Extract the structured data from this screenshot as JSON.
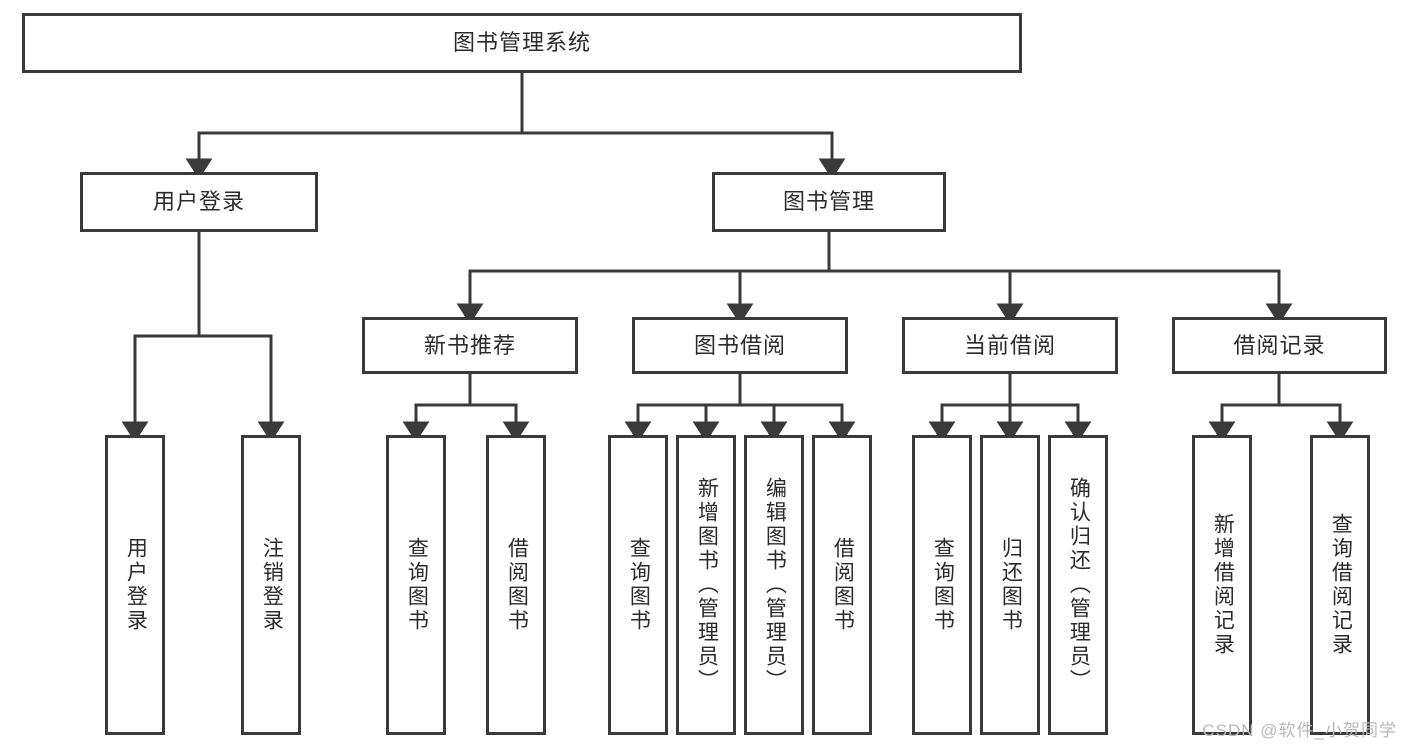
{
  "diagram": {
    "title": "图书管理系统",
    "type": "function-structure-tree",
    "style": {
      "box_border_color": "#3a3a3a",
      "box_fill": "#ffffff",
      "edge_color": "#3a3a3a",
      "text_color": "#2b2b2b",
      "background": "#ffffff",
      "watermark_color": "#b9b9b9"
    },
    "levels": [
      {
        "level": 1,
        "nodes": [
          {
            "id": "root",
            "label": "图书管理系统",
            "orientation": "horizontal"
          }
        ]
      },
      {
        "level": 2,
        "nodes": [
          {
            "id": "login",
            "label": "用户登录",
            "orientation": "horizontal",
            "parent": "root"
          },
          {
            "id": "bookmgmt",
            "label": "图书管理",
            "orientation": "horizontal",
            "parent": "root"
          }
        ]
      },
      {
        "level": 3,
        "nodes": [
          {
            "id": "newbook",
            "label": "新书推荐",
            "orientation": "horizontal",
            "parent": "bookmgmt"
          },
          {
            "id": "borrow",
            "label": "图书借阅",
            "orientation": "horizontal",
            "parent": "bookmgmt"
          },
          {
            "id": "current",
            "label": "当前借阅",
            "orientation": "horizontal",
            "parent": "bookmgmt"
          },
          {
            "id": "records",
            "label": "借阅记录",
            "orientation": "horizontal",
            "parent": "bookmgmt"
          }
        ]
      },
      {
        "level": 4,
        "nodes": [
          {
            "id": "leaf-user-login",
            "label": "用户登录",
            "orientation": "vertical",
            "parent": "login"
          },
          {
            "id": "leaf-user-logout",
            "label": "注销登录",
            "orientation": "vertical",
            "parent": "login"
          },
          {
            "id": "leaf-nb-query",
            "label": "查询图书",
            "orientation": "vertical",
            "parent": "newbook"
          },
          {
            "id": "leaf-nb-borrow",
            "label": "借阅图书",
            "orientation": "vertical",
            "parent": "newbook"
          },
          {
            "id": "leaf-bo-query",
            "label": "查询图书",
            "orientation": "vertical",
            "parent": "borrow"
          },
          {
            "id": "leaf-bo-add",
            "label": "新增图书（管理员）",
            "orientation": "vertical",
            "parent": "borrow"
          },
          {
            "id": "leaf-bo-edit",
            "label": "编辑图书（管理员）",
            "orientation": "vertical",
            "parent": "borrow"
          },
          {
            "id": "leaf-bo-borrow",
            "label": "借阅图书",
            "orientation": "vertical",
            "parent": "borrow"
          },
          {
            "id": "leaf-cu-query",
            "label": "查询图书",
            "orientation": "vertical",
            "parent": "current"
          },
          {
            "id": "leaf-cu-return",
            "label": "归还图书",
            "orientation": "vertical",
            "parent": "current"
          },
          {
            "id": "leaf-cu-confirm",
            "label": "确认归还（管理员）",
            "orientation": "vertical",
            "parent": "current"
          },
          {
            "id": "leaf-rc-add",
            "label": "新增借阅记录",
            "orientation": "vertical",
            "parent": "records"
          },
          {
            "id": "leaf-rc-query",
            "label": "查询借阅记录",
            "orientation": "vertical",
            "parent": "records"
          }
        ]
      }
    ]
  },
  "nodes": {
    "root": {
      "label": "图书管理系统"
    },
    "login": {
      "label": "用户登录"
    },
    "bookmgmt": {
      "label": "图书管理"
    },
    "newbook": {
      "label": "新书推荐"
    },
    "borrow": {
      "label": "图书借阅"
    },
    "current": {
      "label": "当前借阅"
    },
    "records": {
      "label": "借阅记录"
    },
    "leaf_user_login": {
      "label": "用户登录"
    },
    "leaf_user_logout": {
      "label": "注销登录"
    },
    "leaf_nb_query": {
      "label": "查询图书"
    },
    "leaf_nb_borrow": {
      "label": "借阅图书"
    },
    "leaf_bo_query": {
      "label": "查询图书"
    },
    "leaf_bo_add": {
      "label": "新增图书（管理员）"
    },
    "leaf_bo_edit": {
      "label": "编辑图书（管理员）"
    },
    "leaf_bo_borrow": {
      "label": "借阅图书"
    },
    "leaf_cu_query": {
      "label": "查询图书"
    },
    "leaf_cu_return": {
      "label": "归还图书"
    },
    "leaf_cu_confirm": {
      "label": "确认归还（管理员）"
    },
    "leaf_rc_add": {
      "label": "新增借阅记录"
    },
    "leaf_rc_query": {
      "label": "查询借阅记录"
    }
  },
  "watermark": {
    "text": "CSDN @软件_小贺同学"
  }
}
